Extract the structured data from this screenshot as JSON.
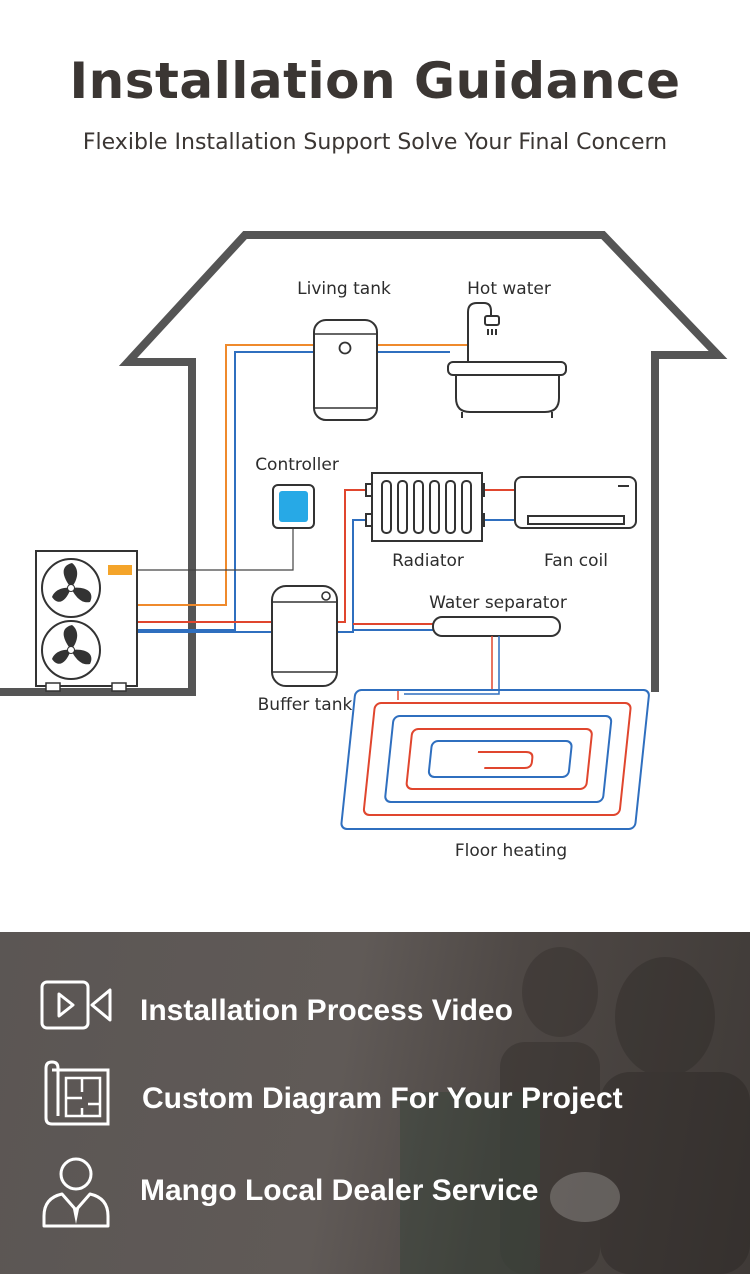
{
  "header": {
    "title": "Installation Guidance",
    "subtitle": "Flexible Installation Support Solve Your Final Concern"
  },
  "diagram": {
    "labels": {
      "living_tank": "Living tank",
      "hot_water": "Hot water",
      "controller": "Controller",
      "radiator": "Radiator",
      "fan_coil": "Fan coil",
      "water_separator": "Water separator",
      "buffer_tank": "Buffer tank",
      "floor_heating": "Floor heating"
    },
    "colors": {
      "house": "#555555",
      "hot_pipe": "#e0462e",
      "return_pipe": "#2f6fbf",
      "dhw_pipe": "#ef8a2c",
      "controller_screen": "#27a9e6"
    }
  },
  "features": [
    {
      "label": "Installation Process Video",
      "icon": "video-icon"
    },
    {
      "label": "Custom Diagram For Your Project",
      "icon": "blueprint-icon"
    },
    {
      "label": "Mango Local Dealer Service",
      "icon": "dealer-icon"
    }
  ]
}
